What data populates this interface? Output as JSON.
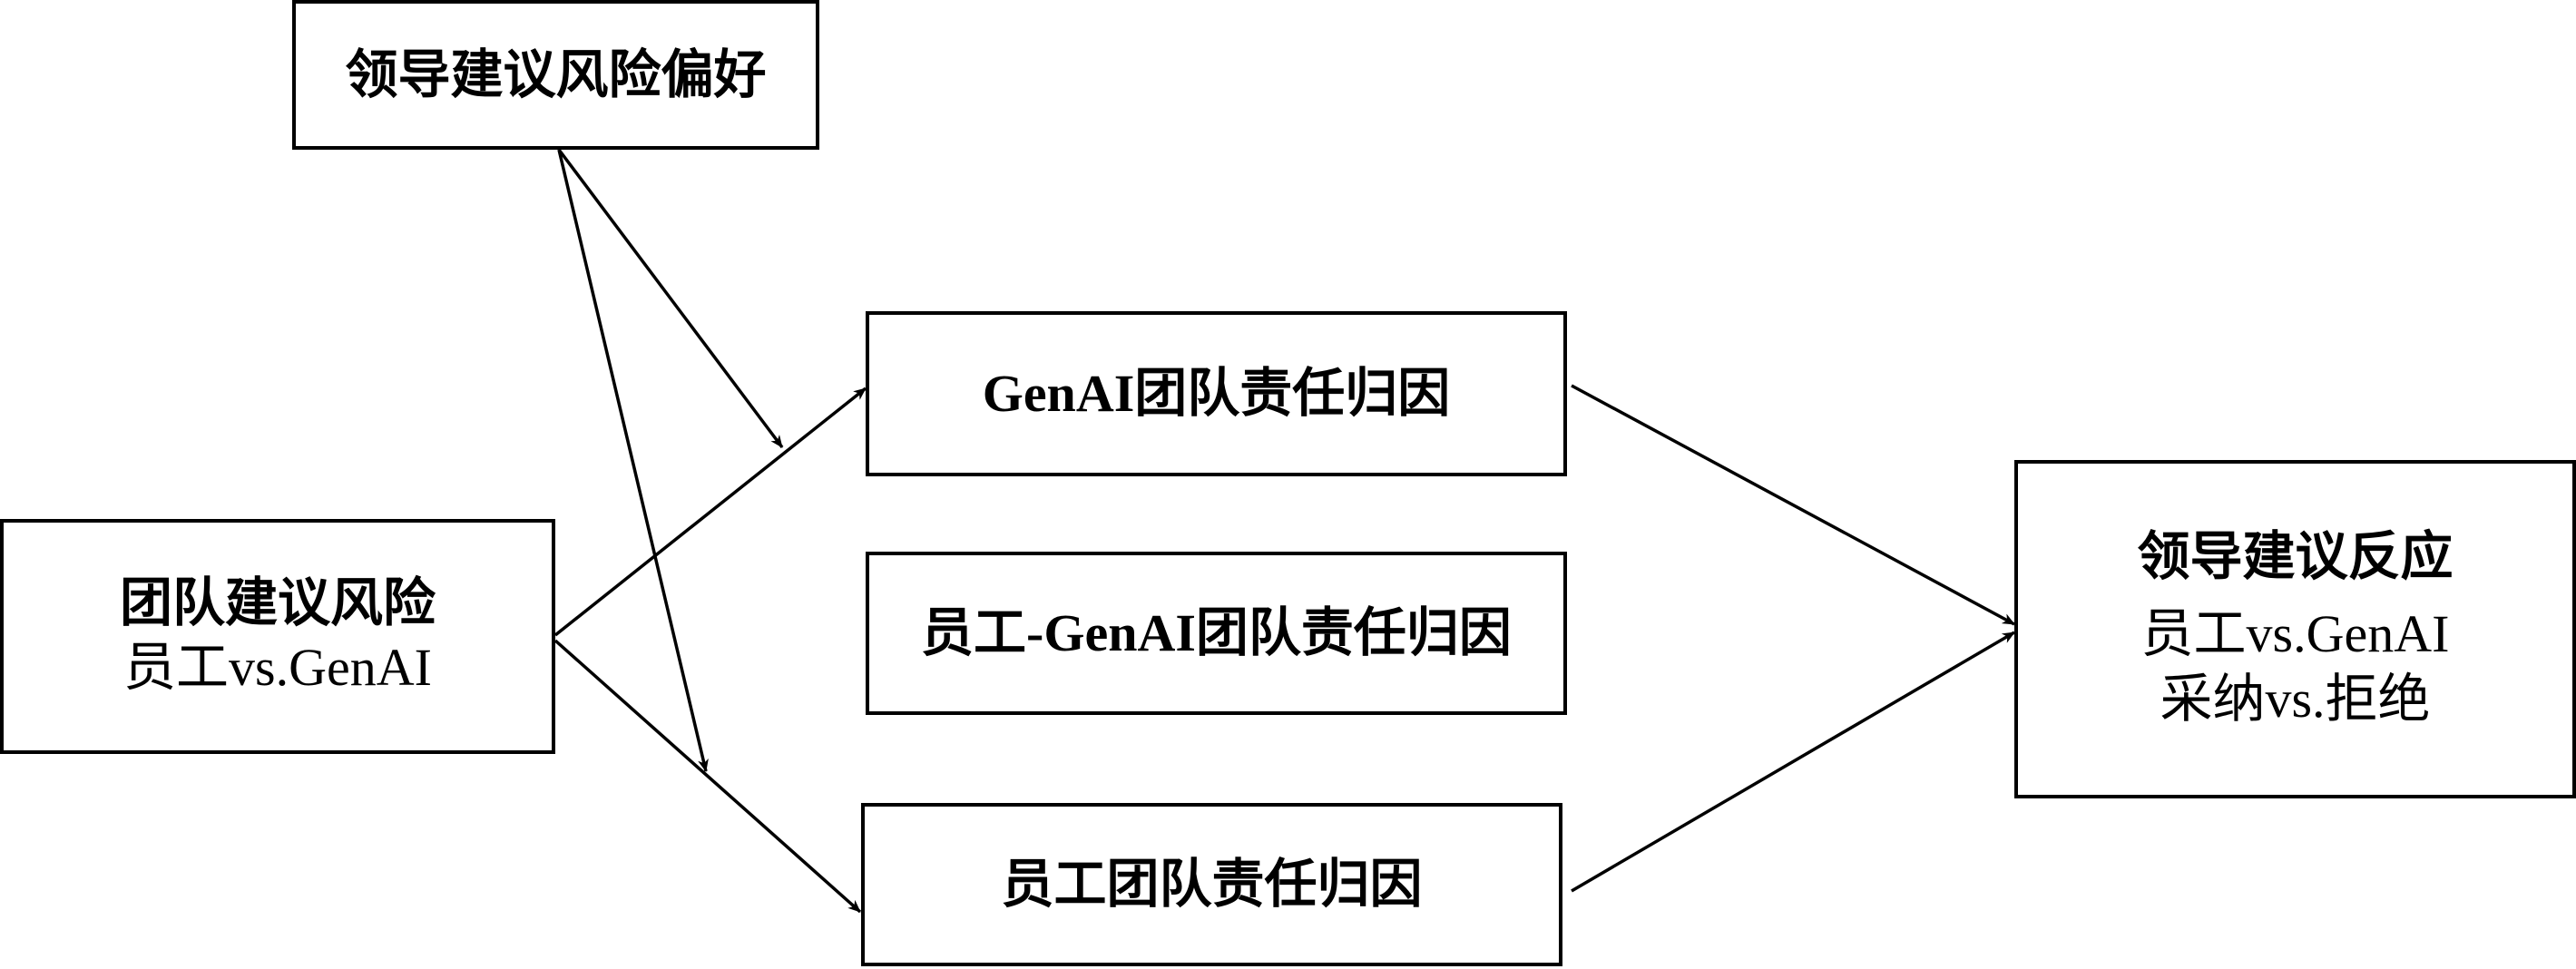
{
  "diagram": {
    "nodes": {
      "moderator": {
        "title": "领导建议风险偏好"
      },
      "independent": {
        "title": "团队建议风险",
        "subtitle": "员工vs.GenAI"
      },
      "mediator_genai": {
        "title": "GenAI团队责任归因"
      },
      "mediator_diff": {
        "title": "员工-GenAI团队责任归因"
      },
      "mediator_employee": {
        "title": "员工团队责任归因"
      },
      "dependent": {
        "title": "领导建议反应",
        "line2": "员工vs.GenAI",
        "line3": "采纳vs.拒绝"
      }
    },
    "edges": [
      {
        "from": "independent",
        "to": "mediator_genai"
      },
      {
        "from": "independent",
        "to": "mediator_employee"
      },
      {
        "from": "moderator",
        "to": "path-independent-mediator_genai"
      },
      {
        "from": "moderator",
        "to": "path-independent-mediator_employee"
      },
      {
        "from": "mediator_genai",
        "to": "dependent"
      },
      {
        "from": "mediator_employee",
        "to": "dependent"
      }
    ]
  }
}
